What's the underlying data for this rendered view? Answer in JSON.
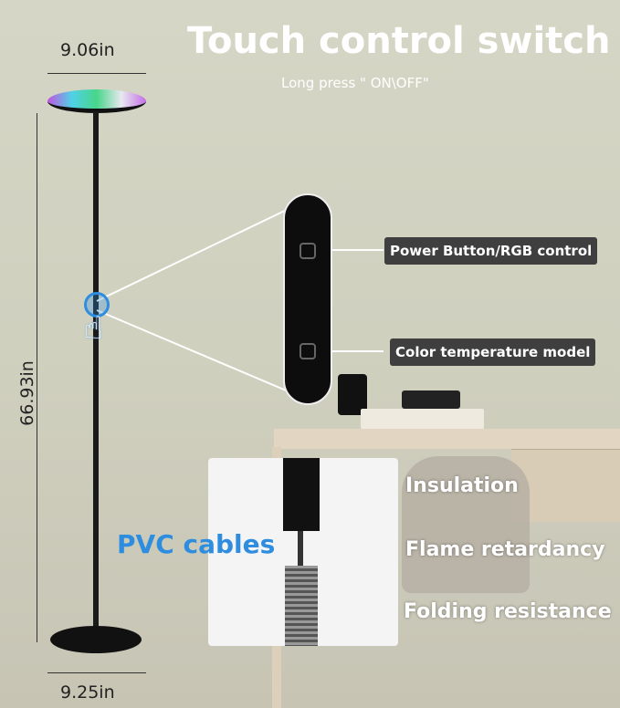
{
  "header": {
    "title": "Touch control switch",
    "subtitle": "Long press \" ON\\OFF\""
  },
  "dimensions": {
    "top_width": "9.06in",
    "height": "66.93in",
    "base_width": "9.25in"
  },
  "controls": {
    "power": "Power Button/RGB control",
    "color_temp": "Color temperature model"
  },
  "cable": {
    "label": "PVC cables",
    "features": [
      "Insulation",
      "Flame retardancy",
      "Folding resistance"
    ]
  },
  "colors": {
    "accent": "#2f8de0",
    "label_bg": "#3f3f3f"
  }
}
